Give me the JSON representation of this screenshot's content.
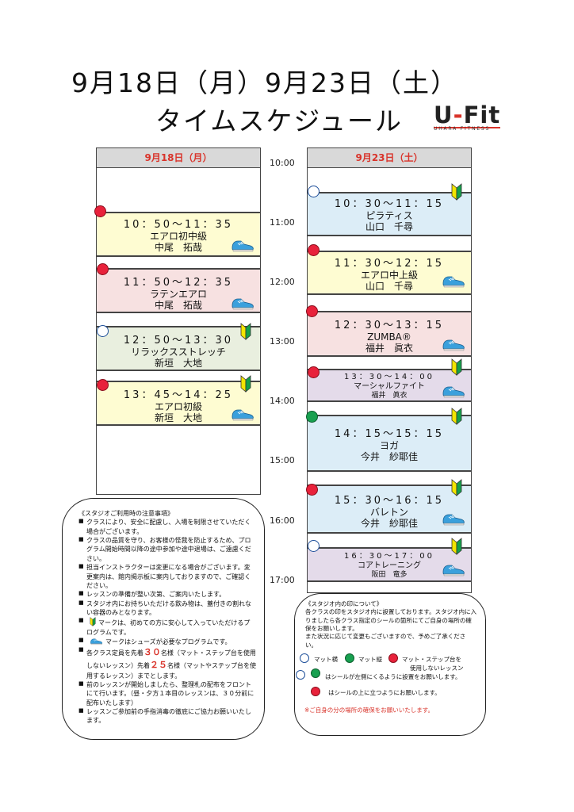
{
  "header": {
    "title_line1": "9月18日（月）9月23日（土）",
    "title_line2": "タイムスケジュール",
    "logo_main_left": "U",
    "logo_main_dash": "-",
    "logo_main_right": "Fit",
    "logo_sub": "UHARA FITNESS"
  },
  "columns": [
    {
      "header": "9月18日（月）",
      "classes": [
        {
          "time": "10：50～11：35",
          "name": "エアロ初中級",
          "instructor": "中尾　拓哉"
        },
        {
          "time": "11：50～12：35",
          "name": "ラテンエアロ",
          "instructor": "中尾　拓哉"
        },
        {
          "time": "12：50～13：30",
          "name": "リラックスストレッチ",
          "instructor": "新垣　大地"
        },
        {
          "time": "13：45～14：25",
          "name": "エアロ初級",
          "instructor": "新垣　大地"
        }
      ]
    },
    {
      "header": "9月23日（土）",
      "classes": [
        {
          "time": "10：30～11：15",
          "name": "ピラティス",
          "instructor": "山口　千尋"
        },
        {
          "time": "11：30～12：15",
          "name": "エアロ中上級",
          "instructor": "山口　千尋"
        },
        {
          "time": "12：30～13：15",
          "name": "ZUMBA®",
          "instructor": "福井　眞衣"
        },
        {
          "time": "13：30～14：00",
          "name": "マーシャルファイト",
          "instructor": "福井　眞衣"
        },
        {
          "time": "14：15～15：15",
          "name": "ヨガ",
          "instructor": "今井　紗耶佳"
        },
        {
          "time": "15：30～16：15",
          "name": "バレトン",
          "instructor": "今井　紗耶佳"
        },
        {
          "time": "16：30～17：00",
          "name": "コアトレーニング",
          "instructor": "阪田　竜多"
        }
      ]
    }
  ],
  "timeline": [
    "10:00",
    "11:00",
    "12:00",
    "13:00",
    "14:00",
    "15:00",
    "16:00",
    "17:00"
  ],
  "notes": {
    "title": "《スタジオご利用時の注意事項》",
    "items": [
      "クラスにより、安全に配慮し、入場を制限させていただく場合がございます。",
      "クラスの品質を守り、お客様の怪我を防止するため、プログラム開始時間以降の途中参加や途中退場は、ご遠慮ください。",
      "担当インストラクターは変更になる場合がございます。変更案内は、館内掲示板に案内しておりますので、ご確認ください。",
      "レッスンの準備が整い次第、ご案内いたします。",
      "スタジオ内にお持ちいただける飲み物は、蓋付きの割れない容器のみとなります。"
    ],
    "mark_note": "マークは、初めての方に安心して入っていただけるプログラムです。",
    "shoe_note": "マークはシューズが必要なプログラムです。",
    "capacity_pre": "各クラス定員を先着",
    "capacity_num1": "３０",
    "capacity_mid": "名様（マット・ステップ台を使用しないレッスン）先着",
    "capacity_num2": "２５",
    "capacity_post": "名様（マットやステップ台を使用するレッスン）までとします。",
    "items_after": [
      "前のレッスンが開始しましたら、整理札の配布をフロントにて行います。（昼・夕方１本目のレッスンは、３０分前に配布いたします）",
      "レッスンご参加前の手指消毒の徹底にご協力お願いいたします。"
    ]
  },
  "notes2": {
    "title": "《スタジオ内の印について》",
    "body1": "各クラスの印をスタジオ内に設置しております。スタジオ内に入りましたら各クラス指定のシールの箇所にてご自身の場所の確保をお願いします。",
    "body2": "また状況に応じて変更もございますので、予めご了承ください。",
    "legend_mat_horizontal": "マット横",
    "legend_mat_vertical": "マット縦",
    "legend_no_mat_1": "マット・ステップ台を",
    "legend_no_mat_2": "使用しないレッスン",
    "legend_left": "はシールが左側にくるように設置をお願いします。",
    "legend_top": "はシールの上に立つようにお願いします。",
    "footer": "※ご自身の分の場所の確保をお願いいたします。"
  },
  "colors": {
    "accent_red": "#d9342b",
    "dot_red": "#e8223b",
    "dot_green": "#18a050",
    "dot_blue_outline": "#1e4f9a"
  }
}
